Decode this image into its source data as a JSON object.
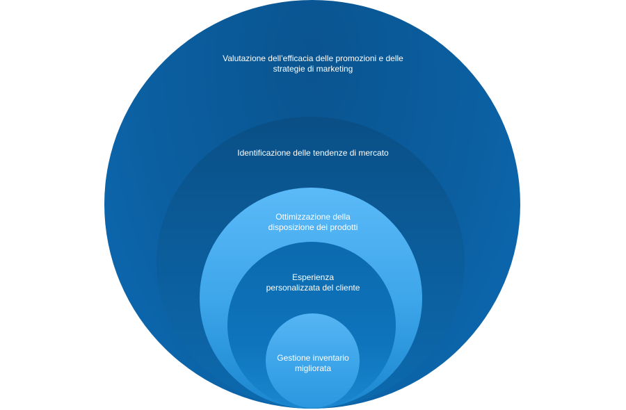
{
  "diagram": {
    "type": "nested-circles",
    "levels": [
      {
        "label": "Valutazione dell’efficacia delle promozioni e delle\nstrategie di marketing",
        "color": "#0b5fa0"
      },
      {
        "label": "Identificazione delle tendenze di mercato",
        "color": "#0b5b98"
      },
      {
        "label": "Ottimizzazione della\ndisposizione dei prodotti",
        "color": "#3ea6ea"
      },
      {
        "label": "Esperienza\npersonalizzata del cliente",
        "color": "#0e74bc"
      },
      {
        "label": "Gestione inventario\nmigliorata",
        "color": "#3aa3e8"
      }
    ]
  }
}
